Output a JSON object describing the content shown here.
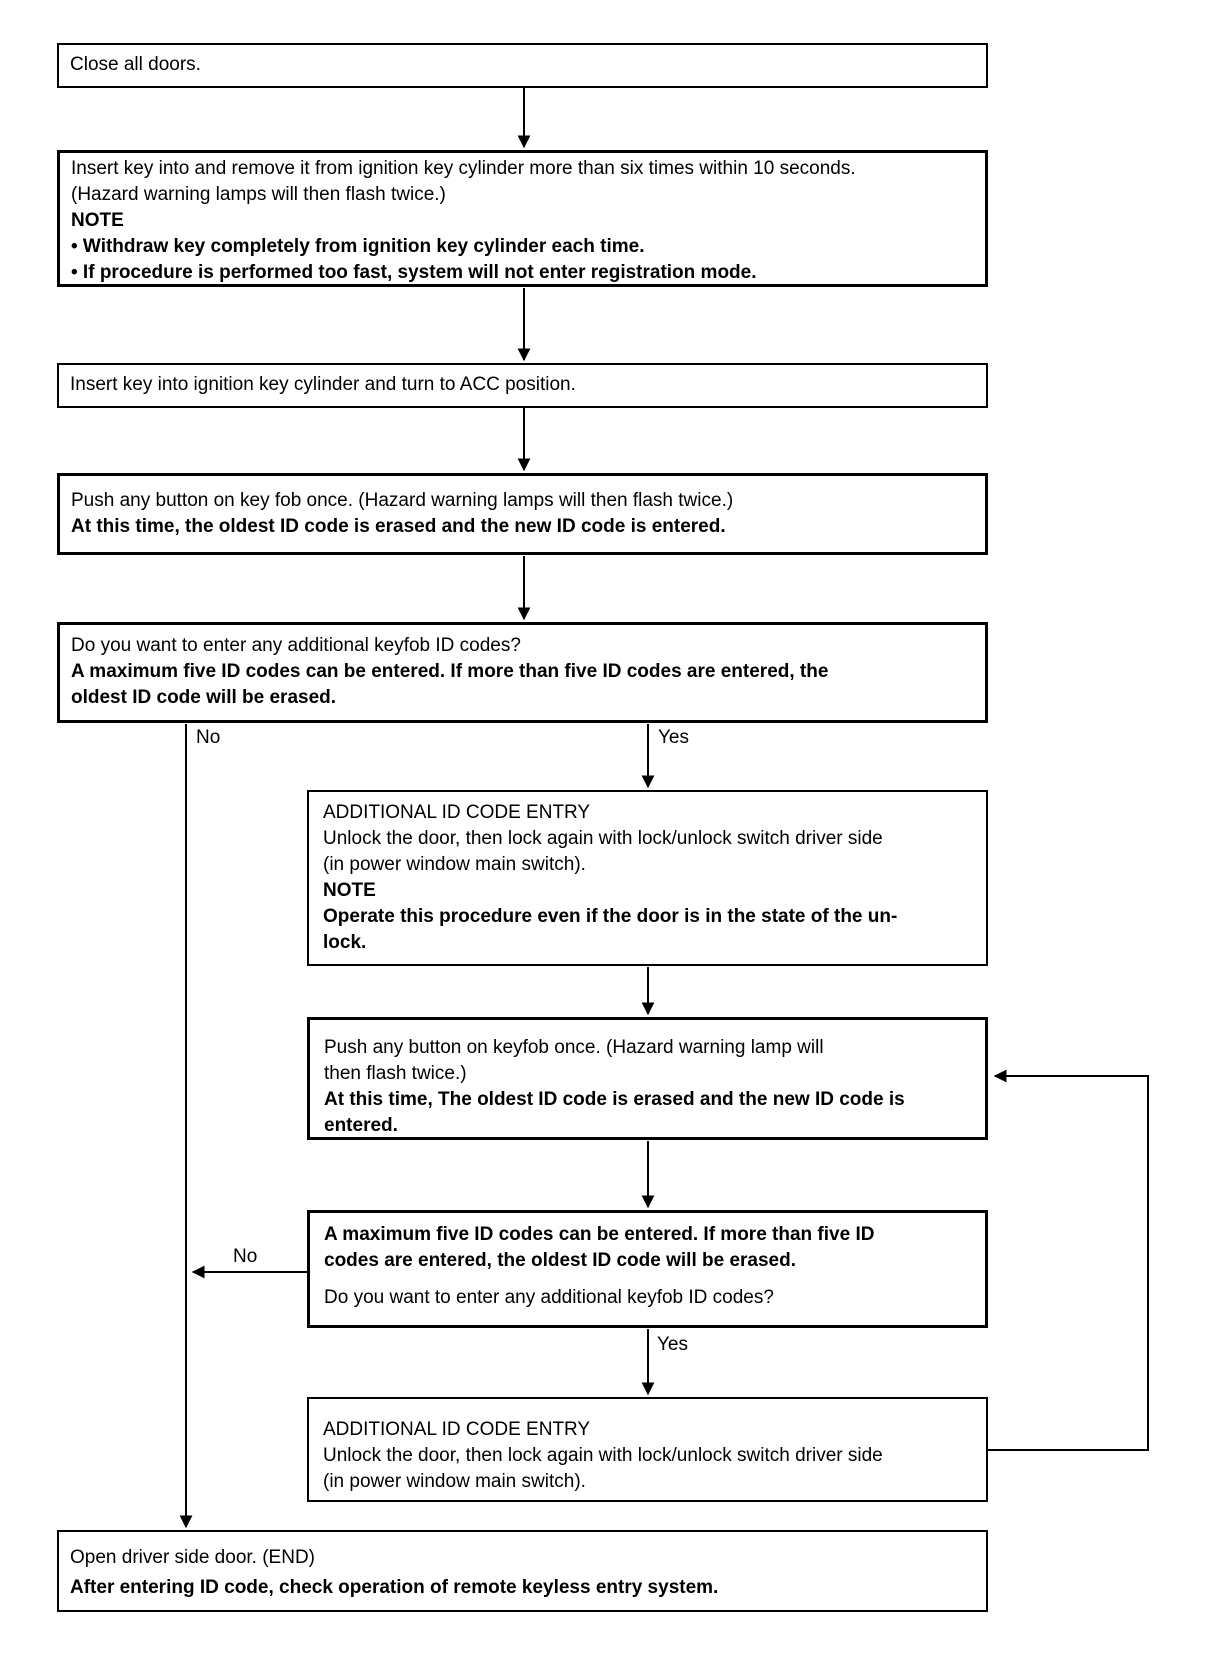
{
  "diagram": {
    "title": "Remote keyless entry keyfob ID code registration flowchart",
    "colors": {
      "background": "#ffffff",
      "line": "#000000",
      "text": "#000000"
    },
    "labels": {
      "yes1": "Yes",
      "no1": "No",
      "no2": "No",
      "yes2": "Yes"
    },
    "boxes": {
      "box1": {
        "name": "close-all-doors",
        "lines": [
          {
            "text": "Close all doors.",
            "style": "regular"
          }
        ]
      },
      "box2": {
        "name": "insert-remove-key",
        "lines": [
          {
            "text": "Insert key into and remove it from ignition key cylinder more than six times within 10 seconds.",
            "style": "regular"
          },
          {
            "text": "(Hazard warning lamps will then flash twice.)",
            "style": "regular"
          },
          {
            "text": "NOTE",
            "style": "bold"
          },
          {
            "text": "• Withdraw key completely from ignition key cylinder each time.",
            "style": "bold"
          },
          {
            "text": "• If procedure is performed too fast, system will not enter registration mode.",
            "style": "bold"
          }
        ]
      },
      "box3": {
        "name": "turn-to-acc",
        "lines": [
          {
            "text": "Insert key into ignition key cylinder and turn to ACC position.",
            "style": "regular"
          }
        ]
      },
      "box4": {
        "name": "push-keyfob-button",
        "lines": [
          {
            "text": "Push any button on key fob once. (Hazard warning lamps will then flash twice.)",
            "style": "regular"
          },
          {
            "text": "At this time, the oldest ID code is erased and the new ID code is entered.",
            "style": "bold"
          }
        ]
      },
      "box5": {
        "name": "additional-codes-question-1",
        "lines": [
          {
            "text": "Do you want to enter any additional keyfob ID codes?",
            "style": "regular"
          },
          {
            "text": "A  maximum five ID codes can be entered. If more than five ID codes are entered, the",
            "style": "bold"
          },
          {
            "text": "oldest ID code will be erased.",
            "style": "bold"
          }
        ]
      },
      "box6": {
        "name": "additional-id-code-entry-1",
        "lines": [
          {
            "text": "ADDITIONAL ID CODE ENTRY",
            "style": "regular"
          },
          {
            "text": "Unlock the door, then lock again with lock/unlock switch driver side",
            "style": "regular"
          },
          {
            "text": "(in power window main switch).",
            "style": "regular"
          },
          {
            "text": "NOTE",
            "style": "bold"
          },
          {
            "text": "Operate this procedure even if the door is in the state of the un-",
            "style": "bold"
          },
          {
            "text": "lock.",
            "style": "bold"
          }
        ]
      },
      "box7": {
        "name": "push-keyfob-button-loop",
        "lines": [
          {
            "text": "Push any button on keyfob once. (Hazard warning lamp will",
            "style": "regular"
          },
          {
            "text": "then flash twice.)",
            "style": "regular"
          },
          {
            "text": "At this time, The oldest ID code is erased and the new ID code is",
            "style": "bold"
          },
          {
            "text": "entered.",
            "style": "bold"
          }
        ]
      },
      "box8": {
        "name": "additional-codes-question-2",
        "lines": [
          {
            "text": "A  maximum five ID codes can be entered. If more than five ID",
            "style": "bold"
          },
          {
            "text": "codes are entered, the oldest ID code will be erased.",
            "style": "bold"
          },
          {
            "text": "Do you want to enter any additional keyfob ID codes?",
            "style": "regular",
            "gap_before": true
          }
        ]
      },
      "box9": {
        "name": "additional-id-code-entry-2",
        "lines": [
          {
            "text": "ADDITIONAL ID CODE ENTRY",
            "style": "regular"
          },
          {
            "text": "Unlock the door, then lock again with lock/unlock switch driver side",
            "style": "regular"
          },
          {
            "text": "(in power window main switch).",
            "style": "regular"
          }
        ]
      },
      "box10": {
        "name": "open-driver-door-end",
        "lines": [
          {
            "text": "Open driver side door. (END)",
            "style": "regular"
          },
          {
            "text": "After entering ID code, check operation of remote keyless entry system.",
            "style": "bold",
            "gap_before_sm": true
          }
        ]
      }
    }
  }
}
